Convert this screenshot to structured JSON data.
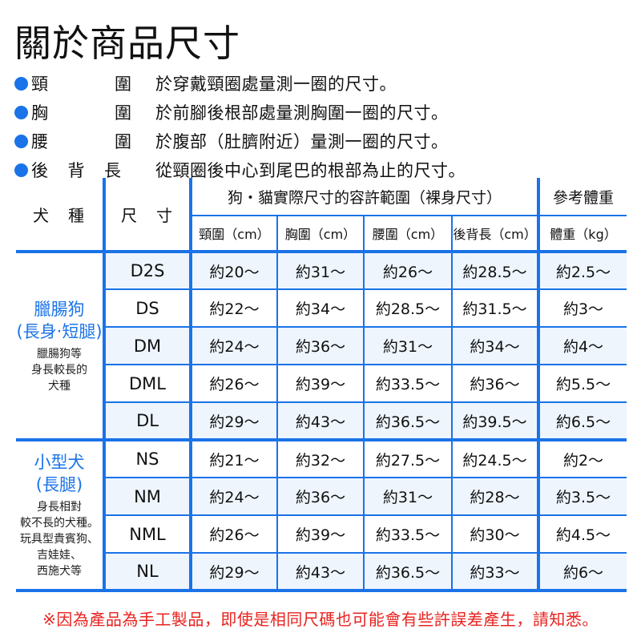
{
  "title": "關於商品尺寸",
  "colors": {
    "accent": "#1a73e8",
    "note": "#e8231f",
    "row_shade": "#eef5fd"
  },
  "measurements": [
    {
      "icon": "bullet-dot",
      "label_parts": [
        "頸",
        "圍"
      ],
      "desc": "於穿戴頸圈處量測一圈的尺寸。"
    },
    {
      "icon": "bullet-dot",
      "label_parts": [
        "胸",
        "圍"
      ],
      "desc": "於前腳後根部處量測胸圍一圈的尺寸。"
    },
    {
      "icon": "bullet-dot",
      "label_parts": [
        "腰",
        "圍"
      ],
      "desc": "於腹部（肚臍附近）量測一圈的尺寸。"
    },
    {
      "icon": "bullet-dot",
      "label_parts": [
        "後",
        "背",
        "長"
      ],
      "desc": "從頸圈後中心到尾巴的根部為止的尺寸。"
    }
  ],
  "table": {
    "header": {
      "breed": "犬　種",
      "size": "尺　寸",
      "group_actual": "狗・貓實際尺寸的容許範圍（裸身尺寸）",
      "group_weight": "參考體重",
      "columns": [
        "頸圍（cm）",
        "胸圍（cm）",
        "腰圍（cm）",
        "後背長（cm）",
        "體重（kg）"
      ]
    },
    "groups": [
      {
        "breed_name": "臘腸狗",
        "breed_sub": "(長身‧短腿)",
        "breed_desc": [
          "臘腸狗等",
          "身長較長的",
          "犬種"
        ],
        "rows": [
          {
            "size": "D2S",
            "values": [
              "約20～",
              "約31～",
              "約26～",
              "約28.5～",
              "約2.5～"
            ]
          },
          {
            "size": "DS",
            "values": [
              "約22～",
              "約34～",
              "約28.5～",
              "約31.5～",
              "約3～"
            ]
          },
          {
            "size": "DM",
            "values": [
              "約24～",
              "約36～",
              "約31～",
              "約34～",
              "約4～"
            ]
          },
          {
            "size": "DML",
            "values": [
              "約26～",
              "約39～",
              "約33.5～",
              "約36～",
              "約5.5～"
            ]
          },
          {
            "size": "DL",
            "values": [
              "約29～",
              "約43～",
              "約36.5～",
              "約39.5～",
              "約6.5～"
            ]
          }
        ]
      },
      {
        "breed_name": "小型犬",
        "breed_sub": "(長腿)",
        "breed_desc": [
          "身長相對",
          "較不長的犬種。",
          "玩具型貴賓狗、",
          "吉娃娃、",
          "西施犬等"
        ],
        "rows": [
          {
            "size": "NS",
            "values": [
              "約21～",
              "約32～",
              "約27.5～",
              "約24.5～",
              "約2～"
            ]
          },
          {
            "size": "NM",
            "values": [
              "約24～",
              "約36～",
              "約31～",
              "約28～",
              "約3.5～"
            ]
          },
          {
            "size": "NML",
            "values": [
              "約26～",
              "約39～",
              "約33.5～",
              "約30～",
              "約4.5～"
            ]
          },
          {
            "size": "NL",
            "values": [
              "約29～",
              "約43～",
              "約36.5～",
              "約33～",
              "約6～"
            ]
          }
        ]
      }
    ]
  },
  "note": "※因為產品為手工製品，即使是相同尺碼也可能會有些許誤差產生，請知悉。"
}
